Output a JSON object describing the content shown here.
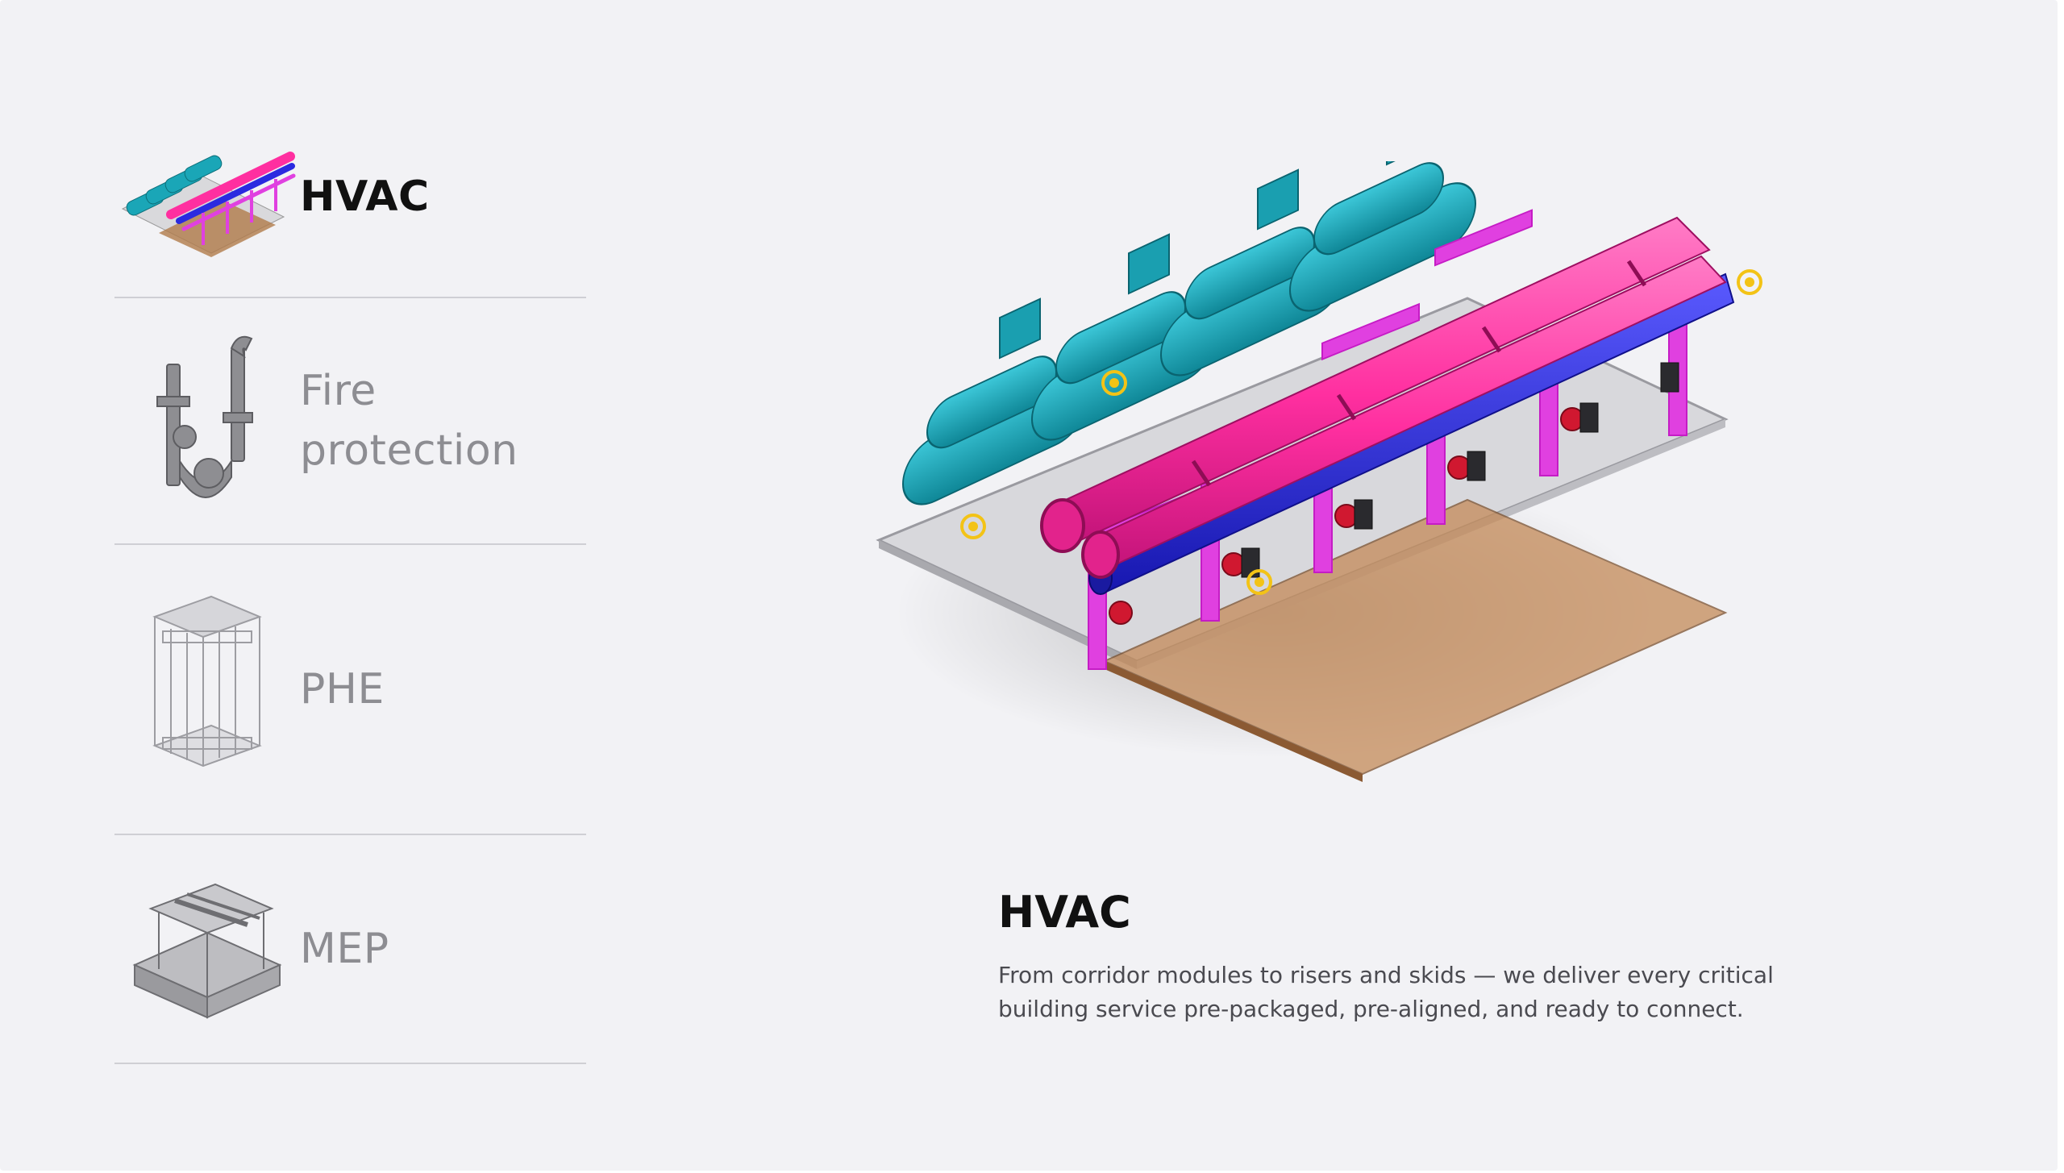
{
  "nav": {
    "items": [
      {
        "label": "HVAC",
        "active": true,
        "icon": "hvac-skid-icon"
      },
      {
        "label": "Fire\nprotection",
        "active": false,
        "icon": "fire-riser-icon"
      },
      {
        "label": "PHE",
        "active": false,
        "icon": "phe-frame-icon"
      },
      {
        "label": "MEP",
        "active": false,
        "icon": "mep-module-icon"
      }
    ]
  },
  "detail": {
    "title": "HVAC",
    "description": "From corridor modules to risers and skids — we deliver every critical building service pre-packaged, pre-aligned, and ready to connect."
  },
  "colors": {
    "background": "#f2f2f5",
    "chiller": "#1aa6b7",
    "supply_pipe": "#ff2fa0",
    "return_pipe": "#2a2ae0",
    "branch_pipe": "#e040e0",
    "hotspot": "#f3c316"
  }
}
